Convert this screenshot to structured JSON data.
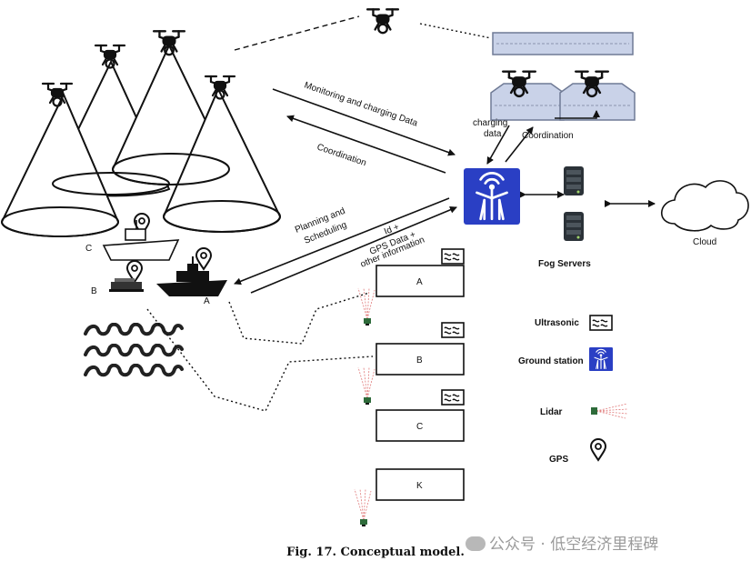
{
  "caption": "Fig. 17. Conceptual model.",
  "watermark": "公众号 · 低空经济里程碑",
  "arrows": {
    "monitoring": "Monitoring and charging  Data",
    "coordination": "Coordination",
    "planning_line1": "Planning and",
    "planning_line2": "Scheduling",
    "gps_line1": "Id +",
    "gps_line2": "GPS Data +",
    "gps_line3": "other information",
    "charging_line1": "charging",
    "charging_line2": "data",
    "coordination_right": "Coordination"
  },
  "nodes": {
    "fog_servers": "Fog Servers",
    "cloud": "Cloud"
  },
  "ships": {
    "a": "A",
    "b": "B",
    "c": "C"
  },
  "boxes": [
    "A",
    "B",
    "C",
    "K"
  ],
  "legend": {
    "ultrasonic": "Ultrasonic",
    "ground_station": "Ground station",
    "lidar": "Lidar",
    "gps": "GPS"
  },
  "colors": {
    "ground_station": "#2a3fc4",
    "charging_pad": "#c9d2e8",
    "server": "#2b3238"
  },
  "icons": [
    "drone-icon",
    "gps-pin-icon",
    "ship-icon",
    "wave-icon",
    "ground-station-icon",
    "server-icon",
    "cloud-icon",
    "ultrasonic-sensor-icon",
    "lidar-sensor-icon"
  ]
}
